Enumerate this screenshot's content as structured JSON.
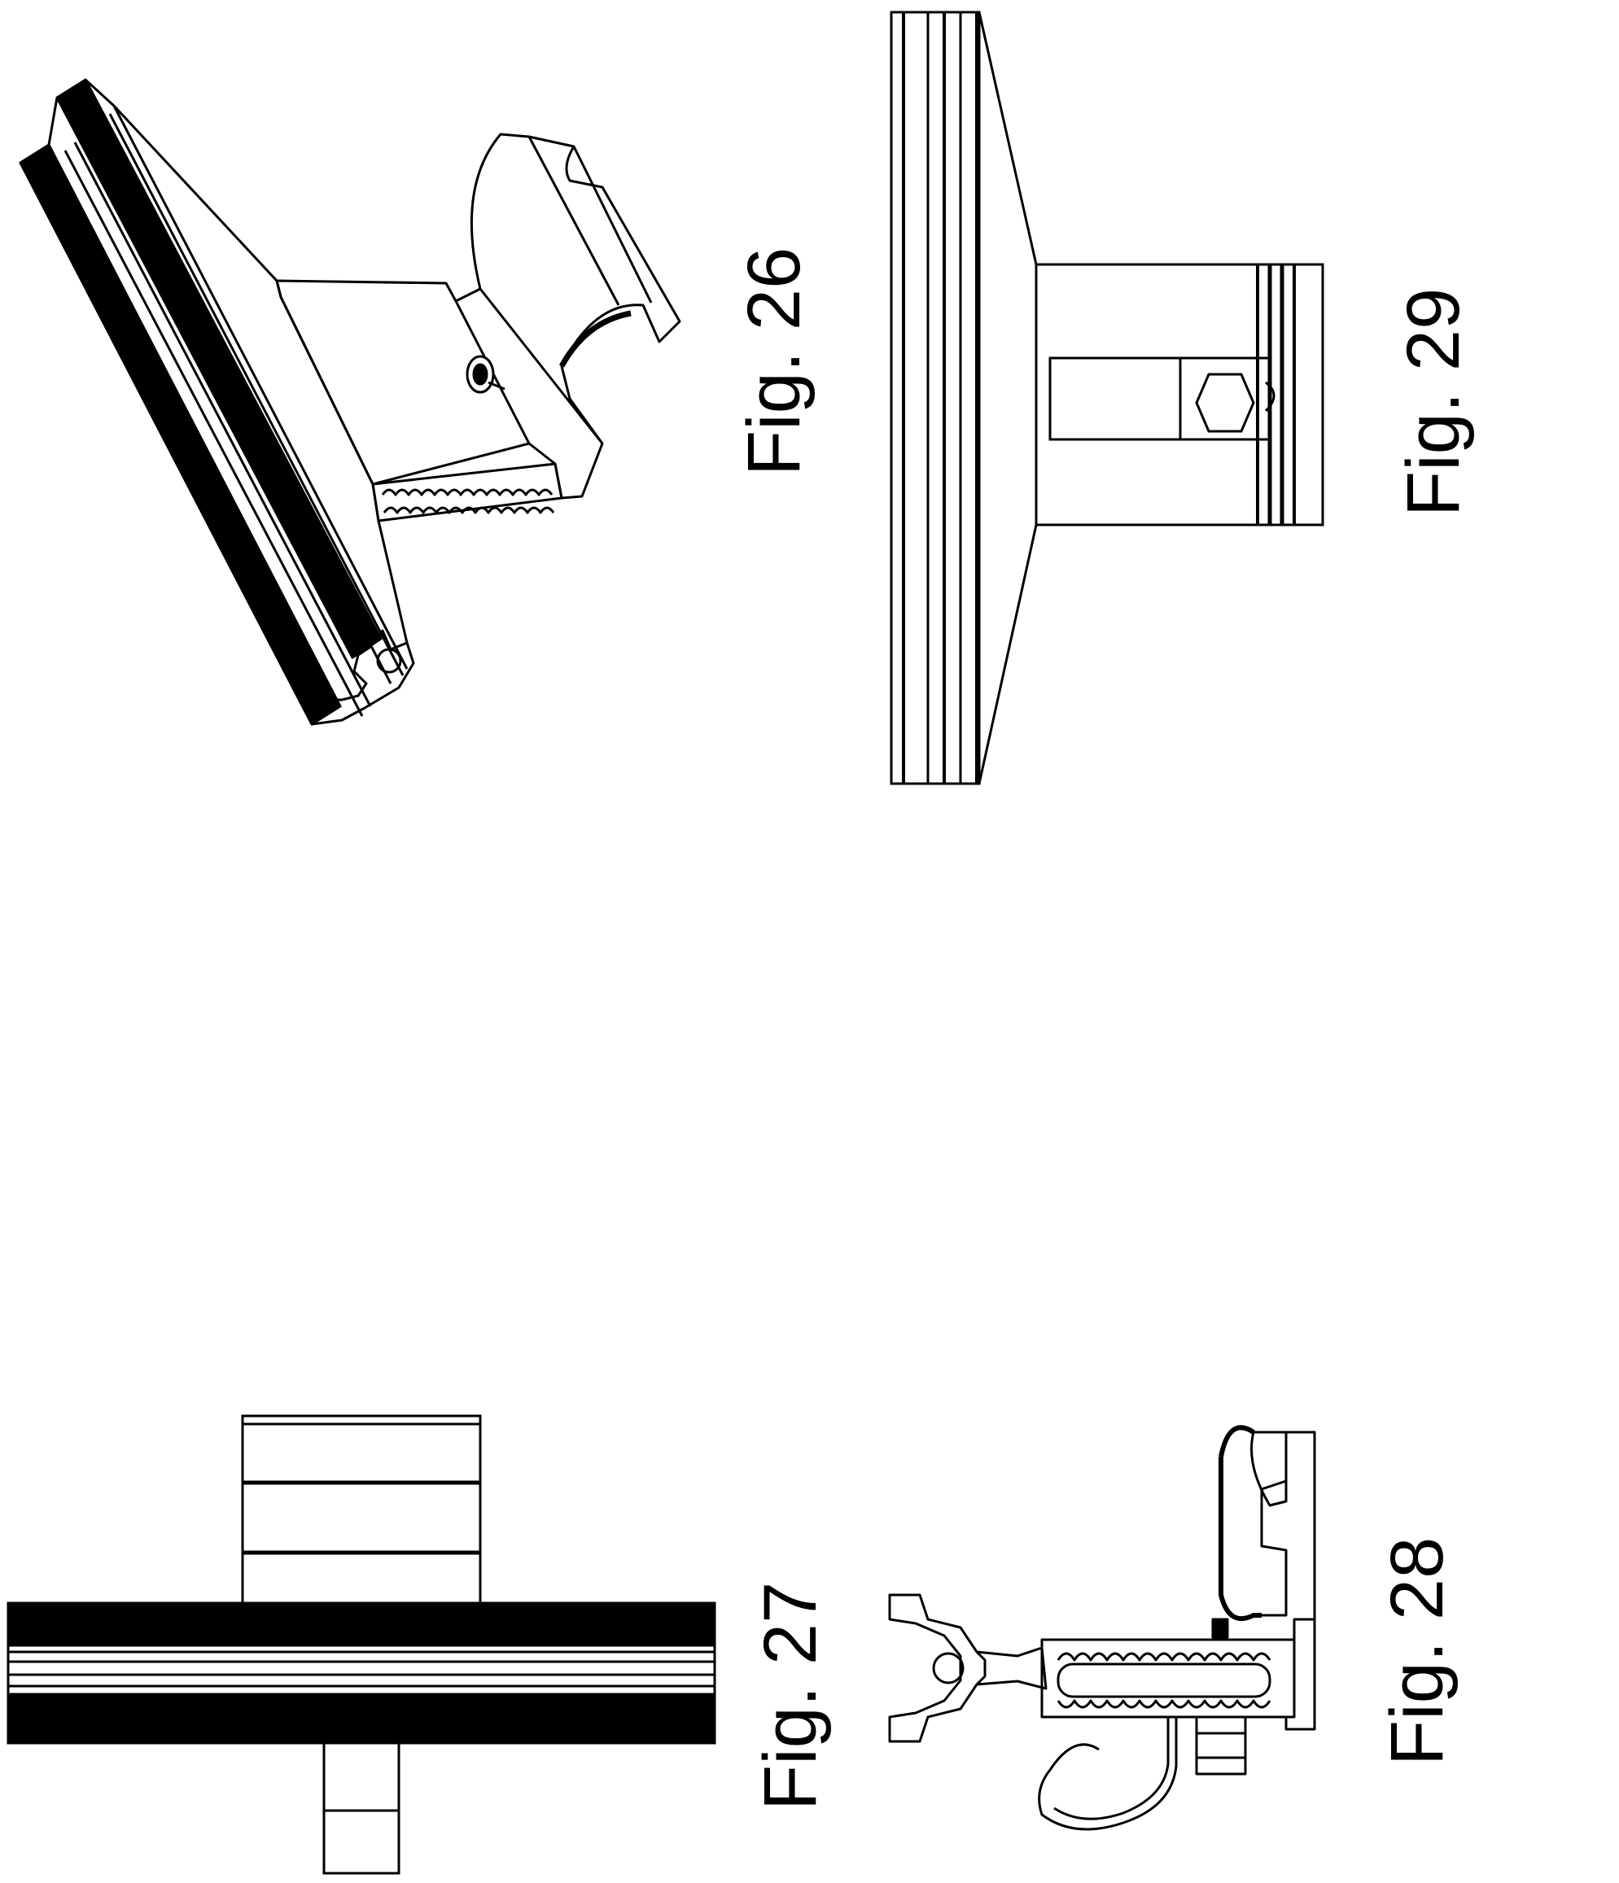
{
  "figures": [
    {
      "id": "fig26",
      "label": "Fig. 26"
    },
    {
      "id": "fig27",
      "label": "Fig. 27"
    },
    {
      "id": "fig28",
      "label": "Fig. 28"
    },
    {
      "id": "fig29",
      "label": "Fig. 29"
    }
  ],
  "colors": {
    "ink": "#000000",
    "paper": "#ffffff"
  }
}
